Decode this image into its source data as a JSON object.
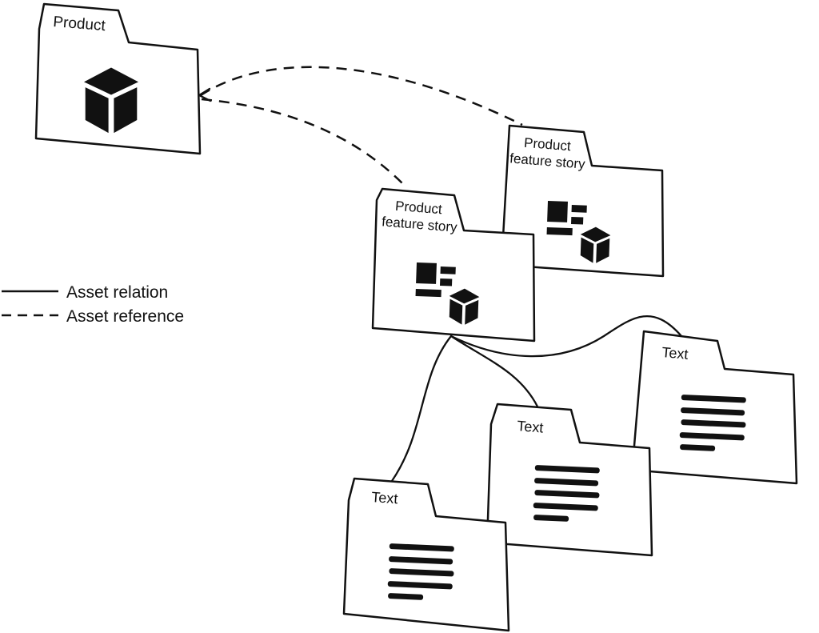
{
  "legend": {
    "items": [
      {
        "id": "asset-relation",
        "label": "Asset relation",
        "line_style": "solid"
      },
      {
        "id": "asset-reference",
        "label": "Asset reference",
        "line_style": "dashed"
      }
    ]
  },
  "folders": [
    {
      "id": "product",
      "label": "Product",
      "icon": "cube-icon"
    },
    {
      "id": "product-feature-story-right",
      "label_line1": "Product",
      "label_line2": "feature story",
      "icon": "feature-story-icon"
    },
    {
      "id": "product-feature-story-middle",
      "label_line1": "Product",
      "label_line2": "feature story",
      "icon": "feature-story-icon"
    },
    {
      "id": "text-right",
      "label": "Text",
      "icon": "text-lines-icon"
    },
    {
      "id": "text-middle",
      "label": "Text",
      "icon": "text-lines-icon"
    },
    {
      "id": "text-left",
      "label": "Text",
      "icon": "text-lines-icon"
    }
  ],
  "connections": [
    {
      "from": "product-feature-story-middle",
      "to": "product",
      "type": "asset-reference",
      "style": "dashed",
      "arrowhead": "at-product"
    },
    {
      "from": "product-feature-story-right",
      "to": "product",
      "type": "asset-reference",
      "style": "dashed",
      "arrowhead": "at-product"
    },
    {
      "from": "product-feature-story-middle",
      "to": "text-left",
      "type": "asset-relation",
      "style": "solid"
    },
    {
      "from": "product-feature-story-middle",
      "to": "text-middle",
      "type": "asset-relation",
      "style": "solid"
    },
    {
      "from": "product-feature-story-middle",
      "to": "text-right",
      "type": "asset-relation",
      "style": "solid"
    }
  ],
  "colors": {
    "ink": "#111111",
    "background": "#ffffff"
  }
}
